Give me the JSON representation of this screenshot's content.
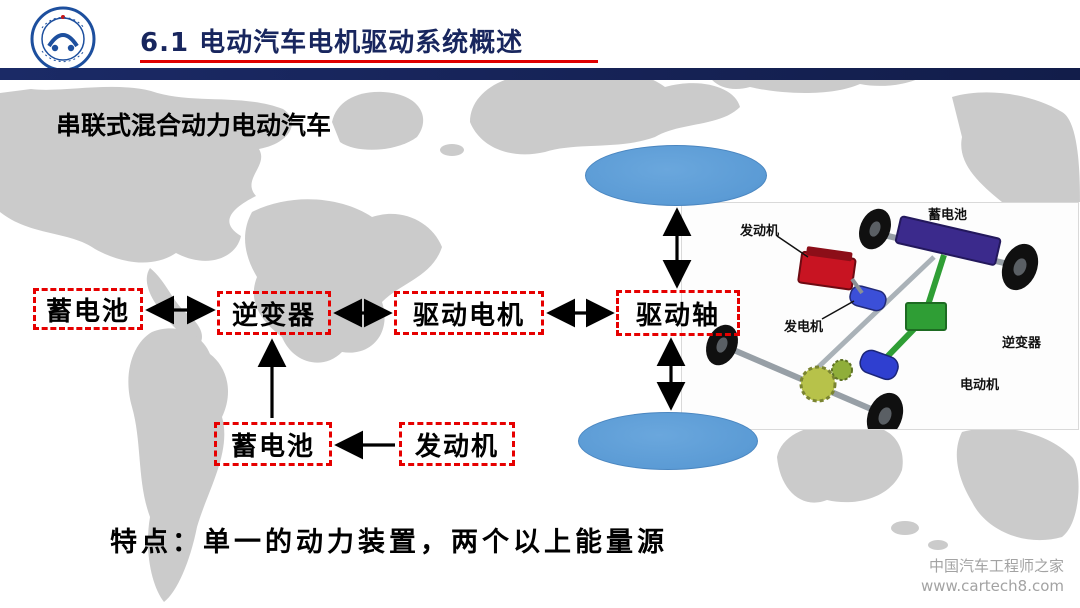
{
  "header": {
    "title": "6.1  电动汽车电机驱动系统概述"
  },
  "slide": {
    "subtitle": "串联式混合动力电动汽车",
    "feature_note": "特点：单一的动力装置，两个以上能量源"
  },
  "flow": {
    "nodes": [
      {
        "id": "battery-main",
        "label": "蓄电池"
      },
      {
        "id": "inverter",
        "label": "逆变器"
      },
      {
        "id": "drive-motor",
        "label": "驱动电机"
      },
      {
        "id": "drive-axle",
        "label": "驱动轴"
      },
      {
        "id": "battery-aux",
        "label": "蓄电池"
      },
      {
        "id": "engine",
        "label": "发动机"
      }
    ],
    "box_border_color": "#e60000"
  },
  "inset": {
    "labels": {
      "engine": "发动机",
      "battery": "蓄电池",
      "generator": "发电机",
      "inverter": "逆变器",
      "motor": "电动机"
    }
  },
  "colors": {
    "header_bar": "#1b2a66",
    "title_text": "#18265e",
    "wheel_ellipse": "#5b9bd5",
    "map_land": "#cbcbcb"
  },
  "watermark": {
    "line1": "中国汽车工程师之家",
    "line2": "www.cartech8.com"
  }
}
